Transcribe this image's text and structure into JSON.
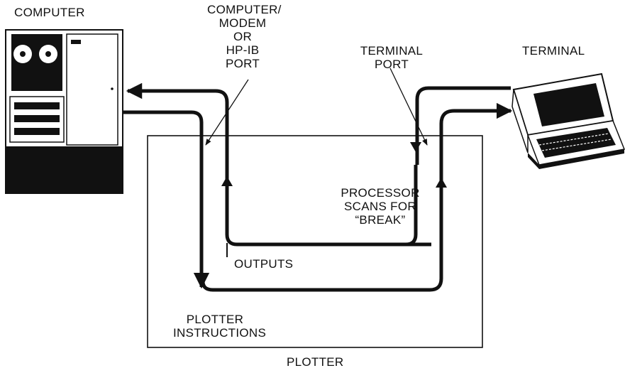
{
  "labels": {
    "computer": "COMPUTER",
    "port_lines": [
      "COMPUTER/",
      "MODEM",
      "OR",
      "HP-IB",
      "PORT"
    ],
    "terminal_port_lines": [
      "TERMINAL",
      "PORT"
    ],
    "terminal": "TERMINAL",
    "processor_lines": [
      "PROCESSOR",
      "SCANS FOR",
      "“BREAK”"
    ],
    "outputs": "OUTPUTS",
    "plotter_instructions_lines": [
      "PLOTTER",
      "INSTRUCTIONS"
    ],
    "plotter": "PLOTTER"
  },
  "colors": {
    "ink": "#111111",
    "paper": "#ffffff"
  }
}
